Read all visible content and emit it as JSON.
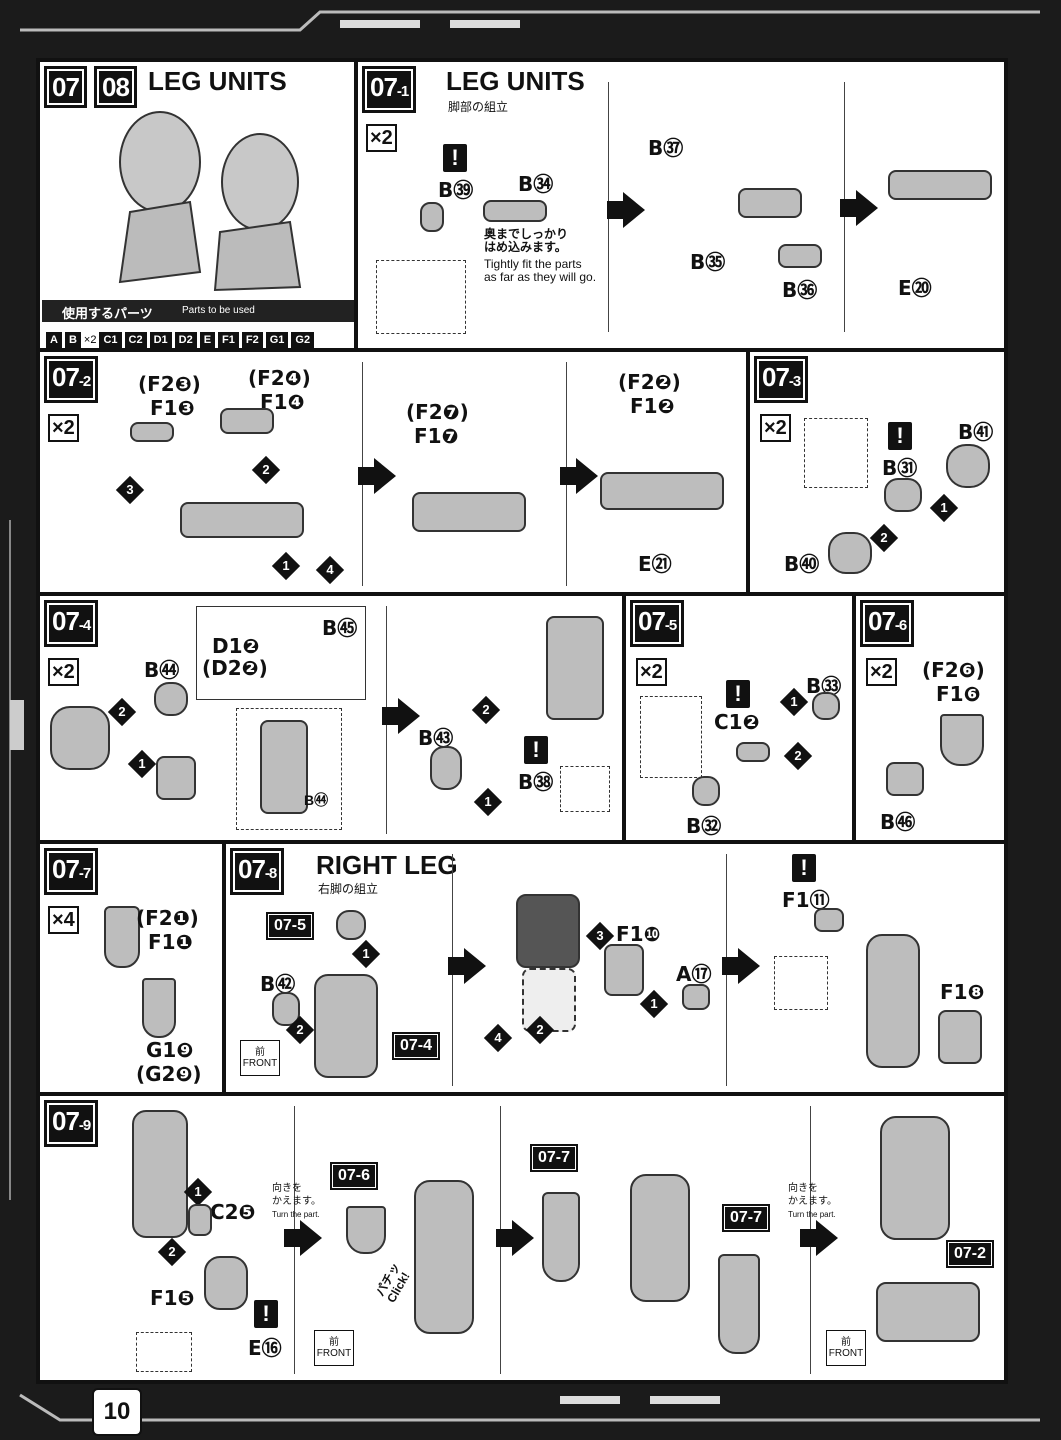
{
  "page_number": "10",
  "sections": {
    "s0708": {
      "badge1": "07",
      "badge2": "08",
      "title": "LEG UNITS",
      "parts_jp": "使用するパーツ",
      "parts_en": "Parts to be used",
      "chips": [
        "A",
        "B",
        "×2",
        "C1",
        "C2",
        "D1",
        "D2",
        "E",
        "F1",
        "F2",
        "G1",
        "G2"
      ]
    },
    "s071": {
      "badge": "07",
      "badge_sub": "-1",
      "title": "LEG UNITS",
      "sub": "脚部の組立",
      "mult": "×2",
      "labels": [
        "B㊴",
        "B㉞",
        "B㊲",
        "B㉟",
        "B㊱",
        "E⑳"
      ],
      "note_jp1": "奥までしっかり",
      "note_jp2": "はめ込みます。",
      "note_en1": "Tightly fit the parts",
      "note_en2": "as far as they will go."
    },
    "s072": {
      "badge": "07",
      "badge_sub": "-2",
      "mult": "×2",
      "labels": [
        "(F2❸)",
        "F1❸",
        "(F2❹)",
        "F1❹",
        "(F2❼)",
        "F1❼",
        "(F2❷)",
        "F1❷",
        "E㉑"
      ]
    },
    "s073": {
      "badge": "07",
      "badge_sub": "-3",
      "mult": "×2",
      "labels": [
        "B㊶",
        "B㉛",
        "B㊵"
      ]
    },
    "s074": {
      "badge": "07",
      "badge_sub": "-4",
      "mult": "×2",
      "labels": [
        "B㊹",
        "D1❷",
        "(D2❷)",
        "B㊺",
        "B㊹",
        "B㊸",
        "B㊳"
      ]
    },
    "s075": {
      "badge": "07",
      "badge_sub": "-5",
      "mult": "×2",
      "labels": [
        "C1❷",
        "B㉝",
        "B㉜"
      ]
    },
    "s076": {
      "badge": "07",
      "badge_sub": "-6",
      "mult": "×2",
      "labels": [
        "(F2❻)",
        "F1❻",
        "B㊻"
      ]
    },
    "s077": {
      "badge": "07",
      "badge_sub": "-7",
      "mult": "×4",
      "labels": [
        "(F2❶)",
        "F1❶",
        "G1❾",
        "(G2❾)"
      ]
    },
    "s078": {
      "badge": "07",
      "badge_sub": "-8",
      "title": "RIGHT LEG",
      "sub": "右脚の組立",
      "labels": [
        "B㊷",
        "F1❿",
        "A⑰",
        "F1⑪",
        "F1❽"
      ],
      "refs": [
        "07-5",
        "07-4"
      ],
      "front_jp": "前",
      "front_en": "FRONT"
    },
    "s079": {
      "badge": "07",
      "badge_sub": "-9",
      "labels": [
        "C2❺",
        "F1❺",
        "E⑯"
      ],
      "refs": [
        "07-6",
        "07-7",
        "07-7",
        "07-2"
      ],
      "turn_jp1": "向きを",
      "turn_jp2": "かえます。",
      "turn_en": "Turn the part.",
      "click_jp": "パチッ",
      "click_en": "Click!",
      "front_jp": "前",
      "front_en": "FRONT"
    }
  }
}
